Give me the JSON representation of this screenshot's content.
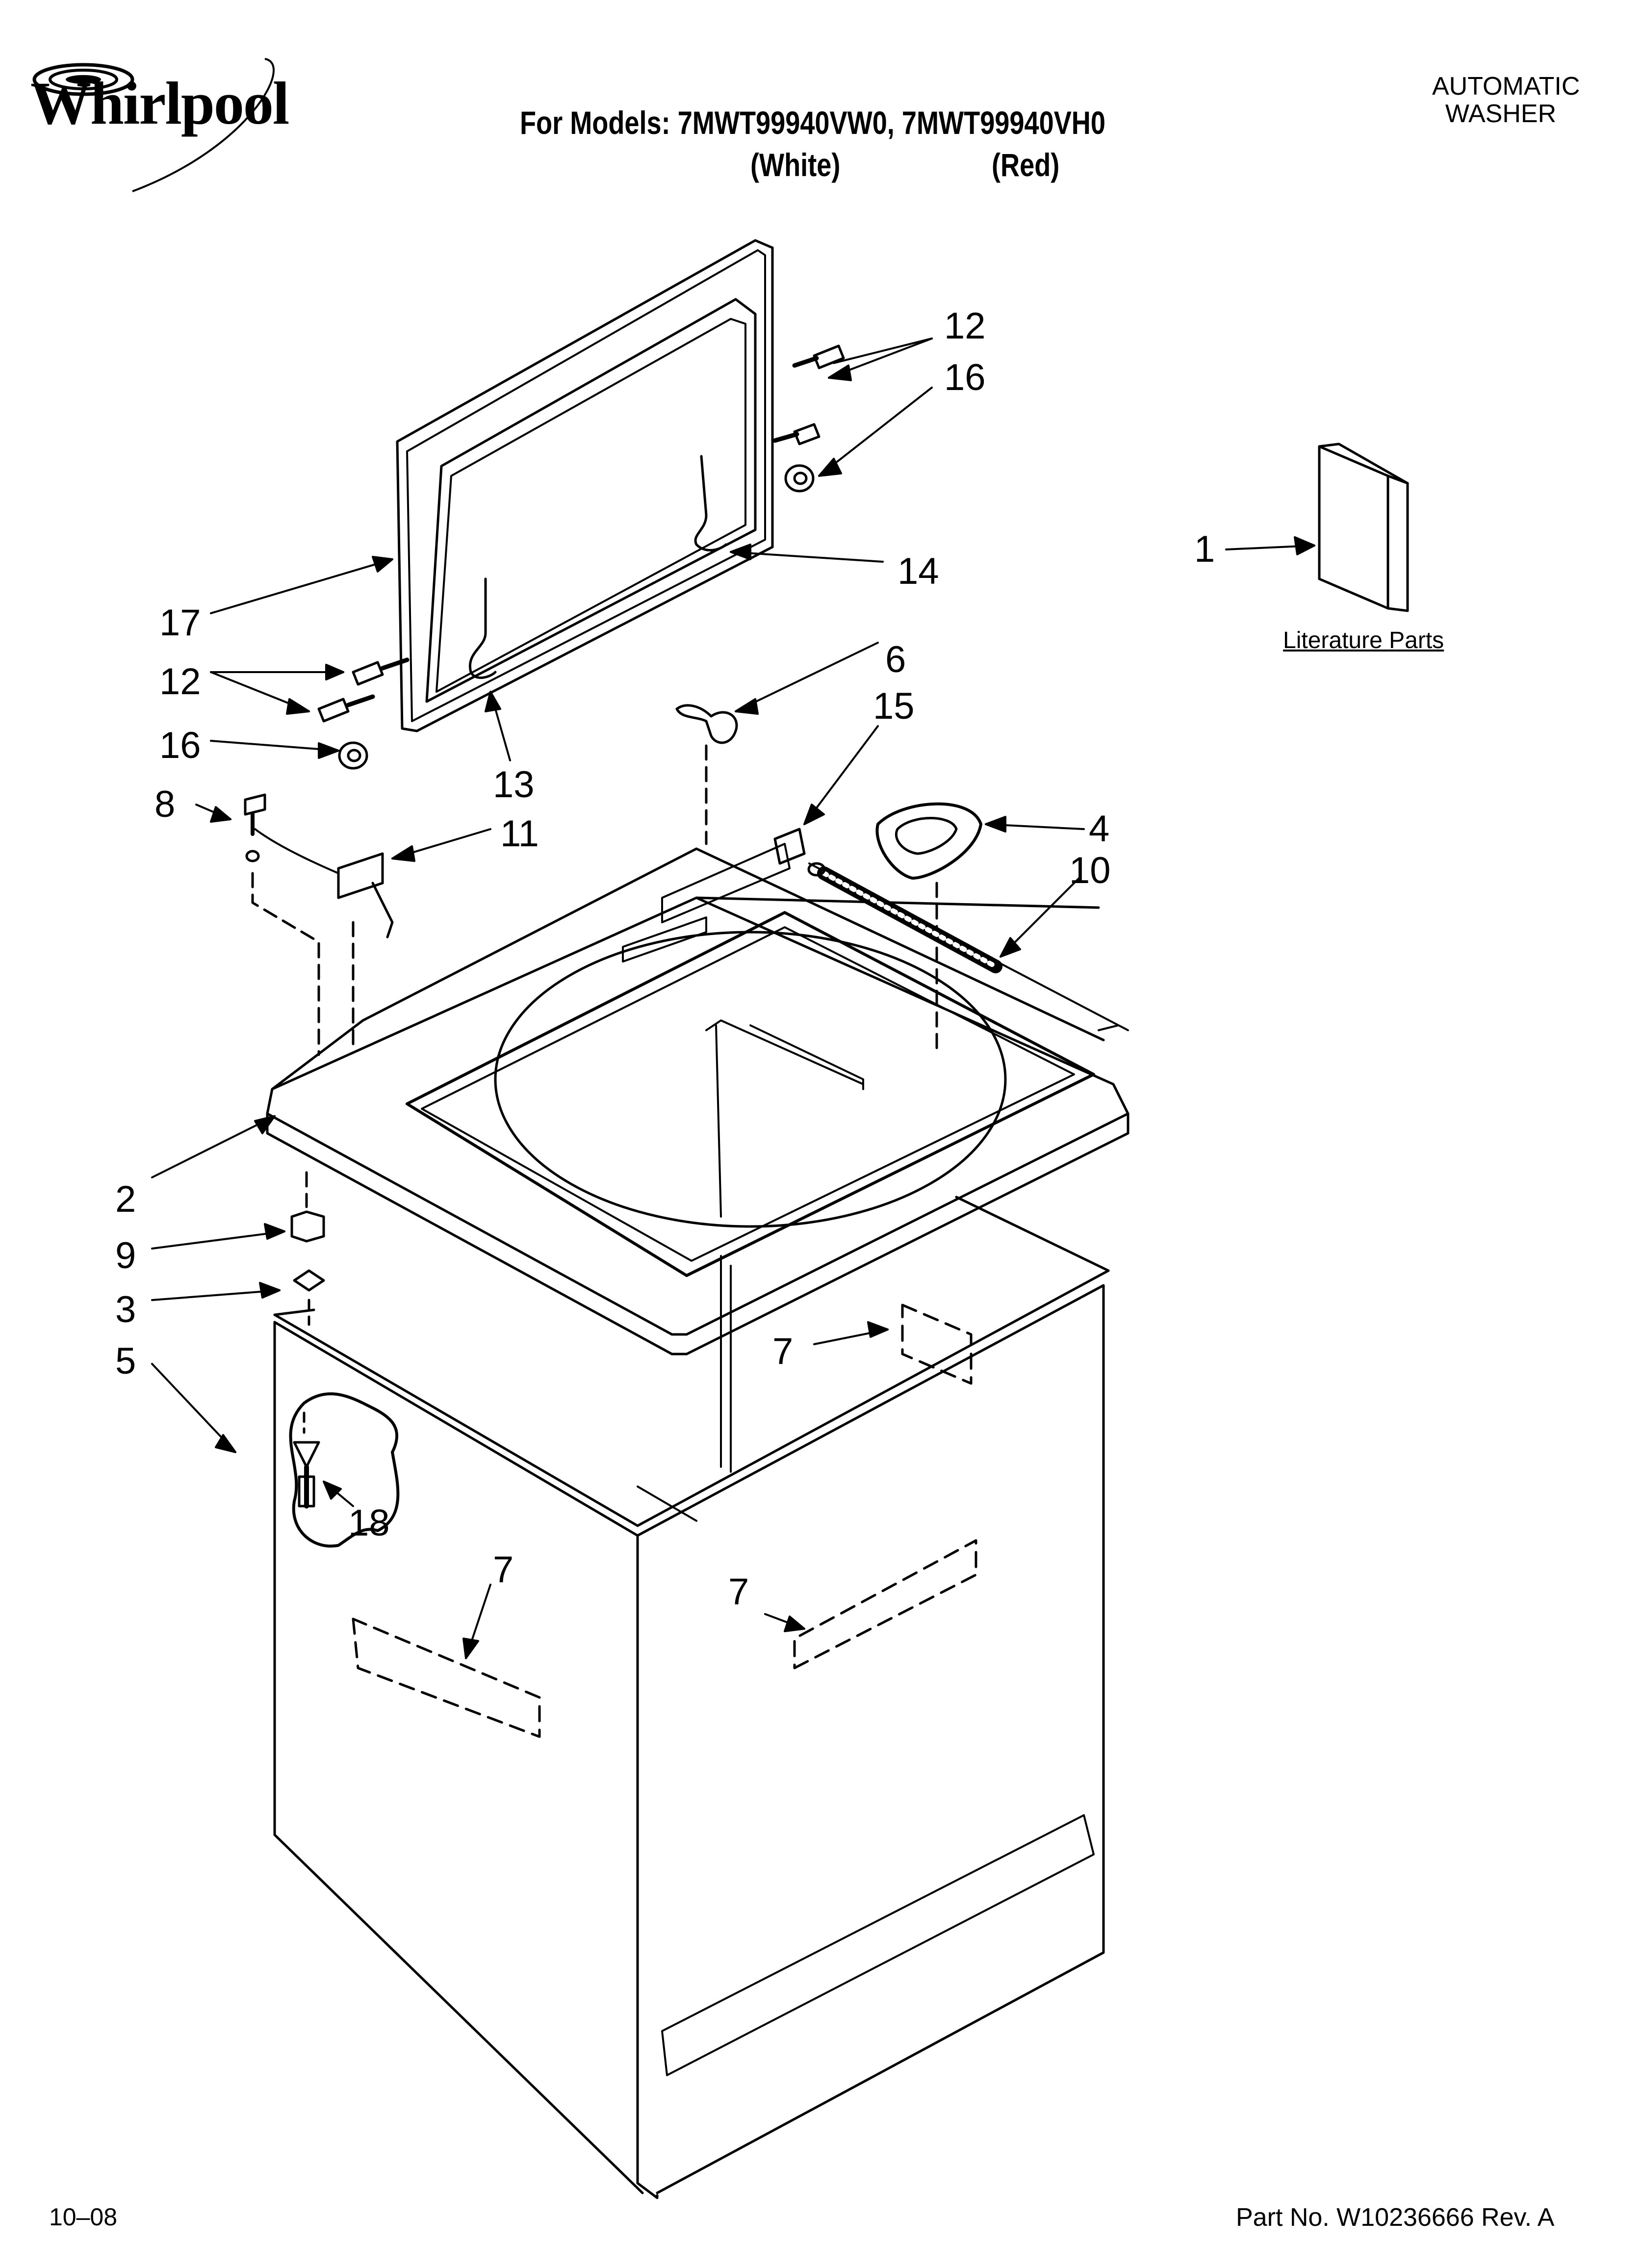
{
  "header": {
    "brand": "Whirlpool",
    "models_line": "For Models: 7MWT99940VW0, 7MWT99940VH0",
    "color_white": "(White)",
    "color_red": "(Red)",
    "product_type_line1": "AUTOMATIC",
    "product_type_line2": "WASHER"
  },
  "literature": {
    "label": "Literature Parts"
  },
  "callouts": [
    "1",
    "2",
    "3",
    "4",
    "5",
    "6",
    "7",
    "8",
    "9",
    "10",
    "11",
    "12",
    "13",
    "14",
    "15",
    "16",
    "17",
    "18"
  ],
  "footer": {
    "date_code": "10–08",
    "part_number": "Part No. W10236666 Rev. A"
  }
}
